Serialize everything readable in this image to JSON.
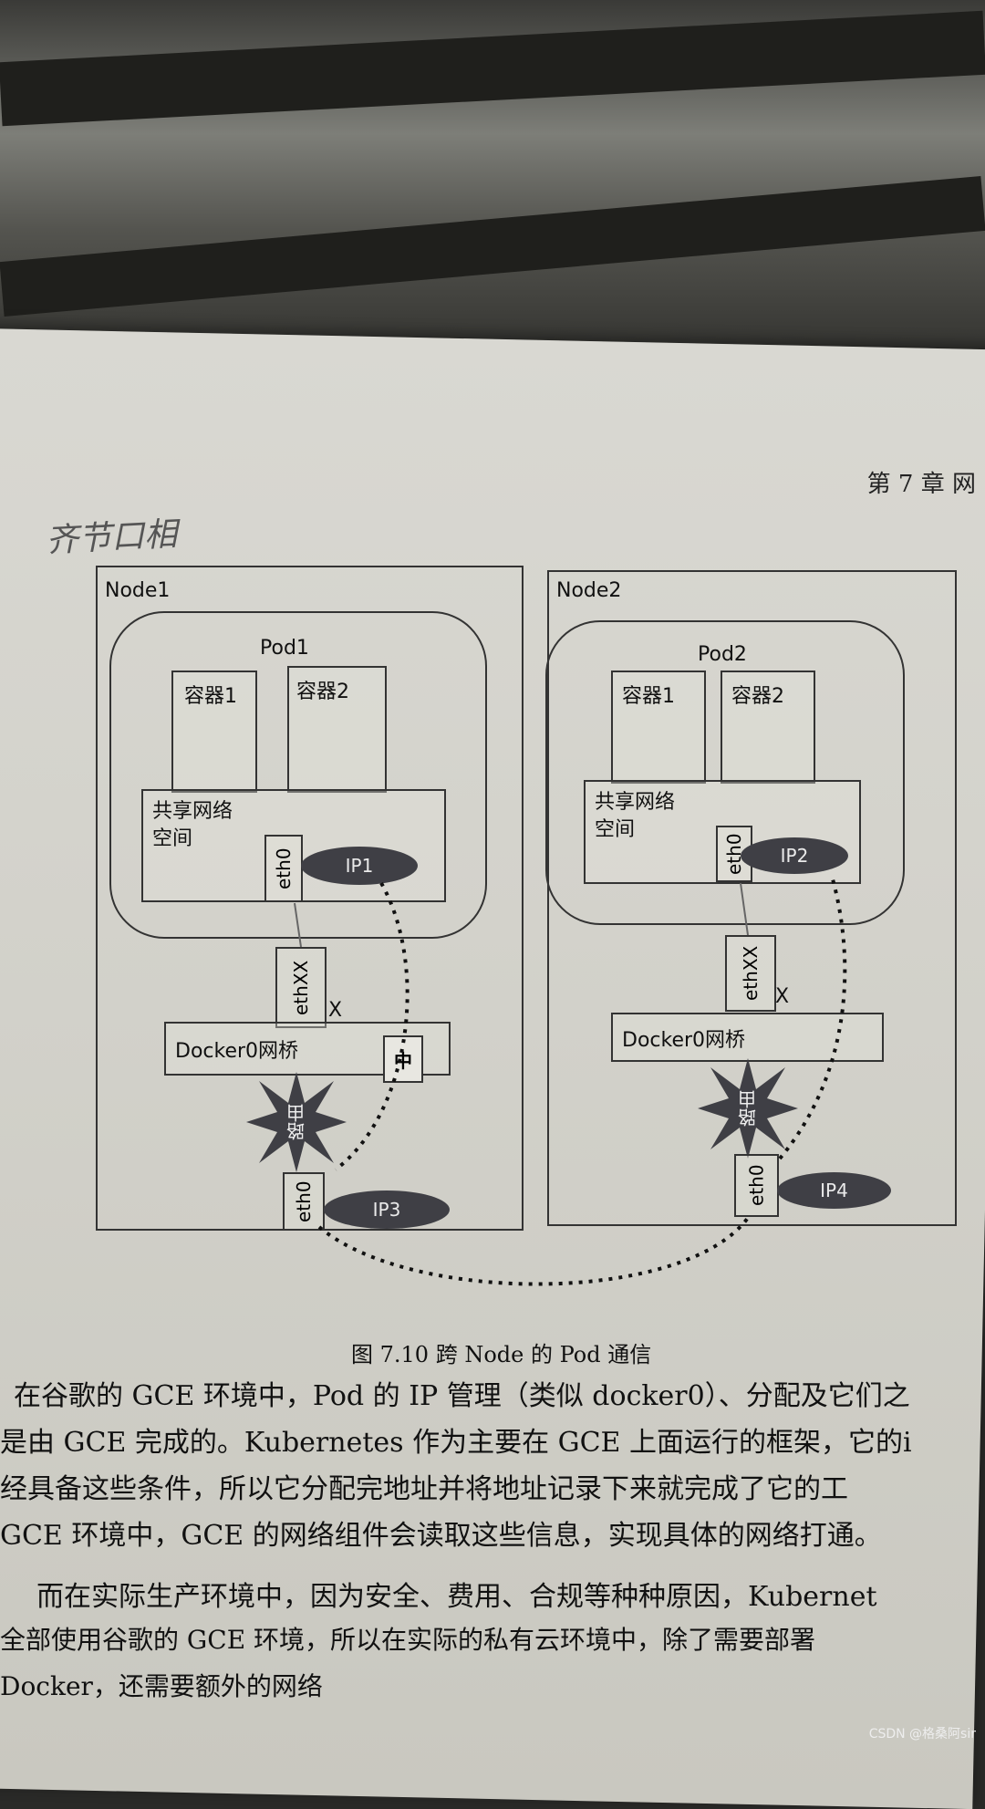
{
  "chapter_header": "第 7 章  网",
  "handwriting": "齐节口相",
  "node1": {
    "title": "Node1",
    "pod_title": "Pod1",
    "container1": "容器1",
    "container2": "容器2",
    "shared_ns": "共享网络\n空间",
    "eth0_pod": "eth0",
    "ip_pod": "IP1",
    "veth": "ethXX",
    "x_mark": "X",
    "bridge": "Docker0网桥",
    "mid_box": "中",
    "router": "路由",
    "eth0_host": "eth0",
    "ip_host": "IP3"
  },
  "node2": {
    "title": "Node2",
    "pod_title": "Pod2",
    "container1": "容器1",
    "container2": "容器2",
    "shared_ns": "共享网络\n空间",
    "eth0_pod": "eth0",
    "ip_pod": "IP2",
    "veth": "ethXX",
    "x_mark": "X",
    "bridge": "Docker0网桥",
    "router": "路由",
    "eth0_host": "eth0",
    "ip_host": "IP4"
  },
  "caption": "图 7.10   跨 Node 的 Pod 通信",
  "paragraphs": [
    "在谷歌的 GCE 环境中，Pod 的 IP 管理（类似 docker0）、分配及它们之",
    "是由 GCE 完成的。Kubernetes 作为主要在 GCE 上面运行的框架，它的i",
    "经具备这些条件，所以它分配完地址并将地址记录下来就完成了它的工",
    "GCE 环境中，GCE 的网络组件会读取这些信息，实现具体的网络打通。",
    "而在实际生产环境中，因为安全、费用、合规等种种原因，Kubernet",
    "全部使用谷歌的 GCE 环境，所以在实际的私有云环境中，除了需要部署",
    "Docker，还需要额外的网络"
  ],
  "credit": "CSDN @格桑阿sir"
}
